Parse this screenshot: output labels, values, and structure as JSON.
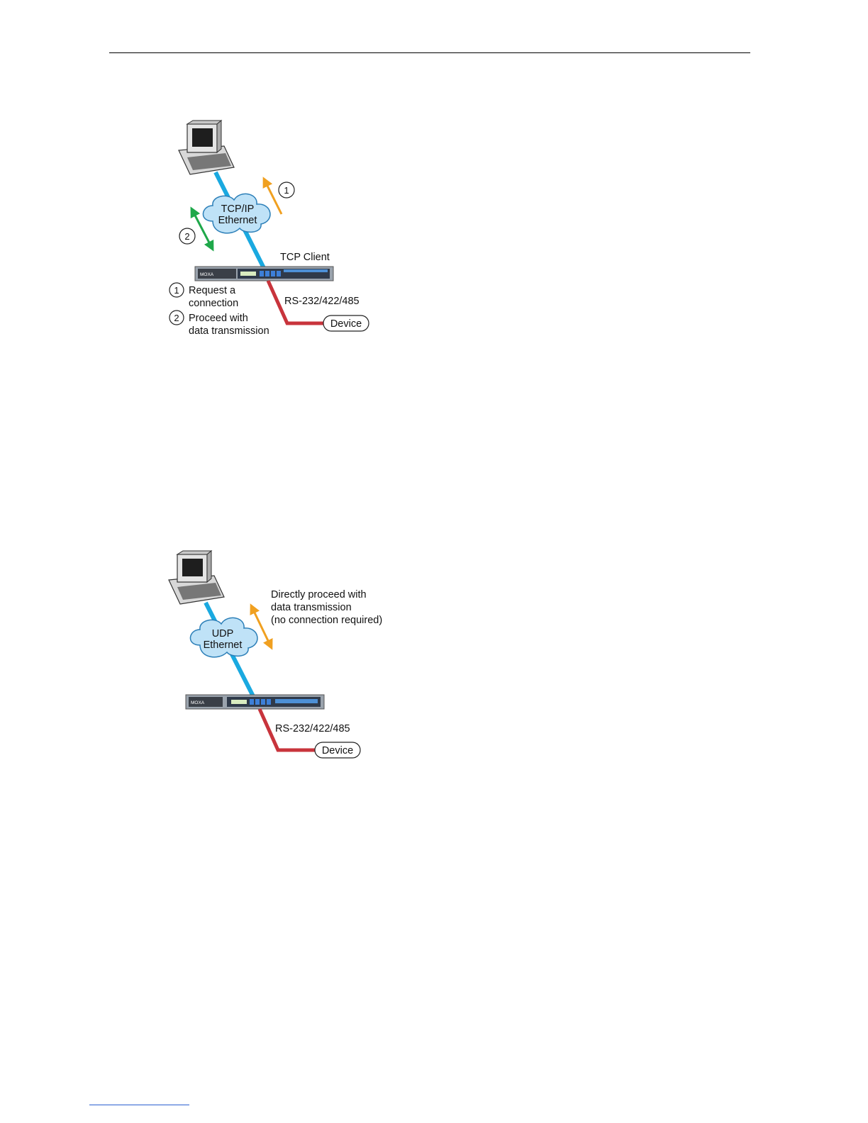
{
  "colors": {
    "ethernet": "#1aa9e0",
    "serial": "#c8343c",
    "arrow_request": "#f0a020",
    "arrow_data": "#1fa84a",
    "arrow_udp": "#f0a020",
    "cloud": "#bfe2f7",
    "cloud_stroke": "#2c7fb8",
    "device_panel": "#9aa3ad",
    "device_face": "#3a3f47"
  },
  "tcp_diagram": {
    "cloud_line1": "TCP/IP",
    "cloud_line2": "Ethernet",
    "role_label": "TCP Client",
    "device_brand": "MOXA",
    "serial_label": "RS-232/422/485",
    "device_label": "Device",
    "step1_number": "1",
    "step2_number": "2",
    "legend1_line1": "Request a",
    "legend1_line2": "connection",
    "legend2_line1": "Proceed with",
    "legend2_line2": "data transmission"
  },
  "udp_diagram": {
    "cloud_line1": "UDP",
    "cloud_line2": "Ethernet",
    "device_brand": "MOXA",
    "note_line1": "Directly proceed with",
    "note_line2": "data transmission",
    "note_line3": "(no connection required)",
    "serial_label": "RS-232/422/485",
    "device_label": "Device"
  }
}
